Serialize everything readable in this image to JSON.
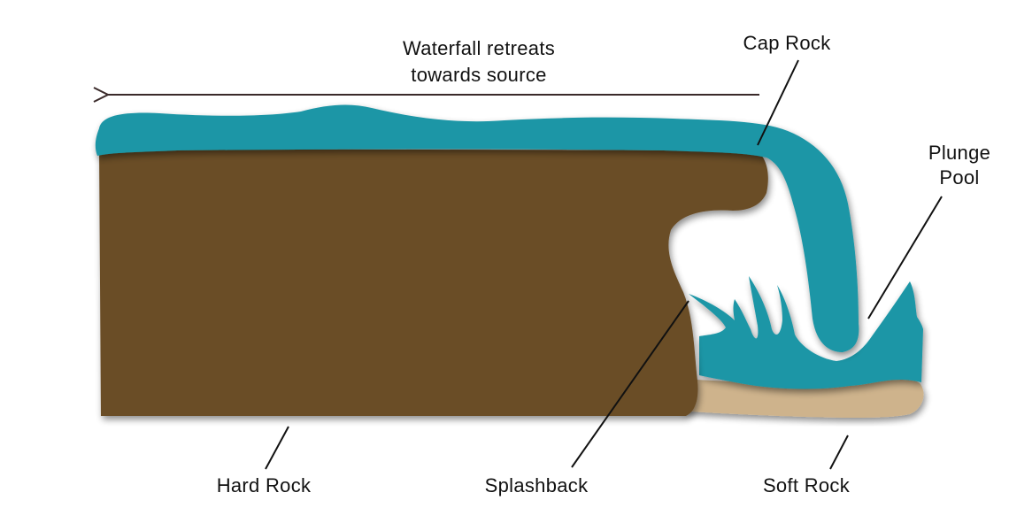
{
  "labels": {
    "retreat_line1": "Waterfall retreats",
    "retreat_line2": "towards source",
    "cap_rock": "Cap Rock",
    "plunge_line1": "Plunge",
    "plunge_line2": "Pool",
    "hard_rock": "Hard Rock",
    "splashback": "Splashback",
    "soft_rock": "Soft Rock"
  },
  "colors": {
    "water": "#1b96a6",
    "hard_rock": "#6b4d28",
    "soft_rock": "#ceb38c",
    "line": "#111111"
  }
}
